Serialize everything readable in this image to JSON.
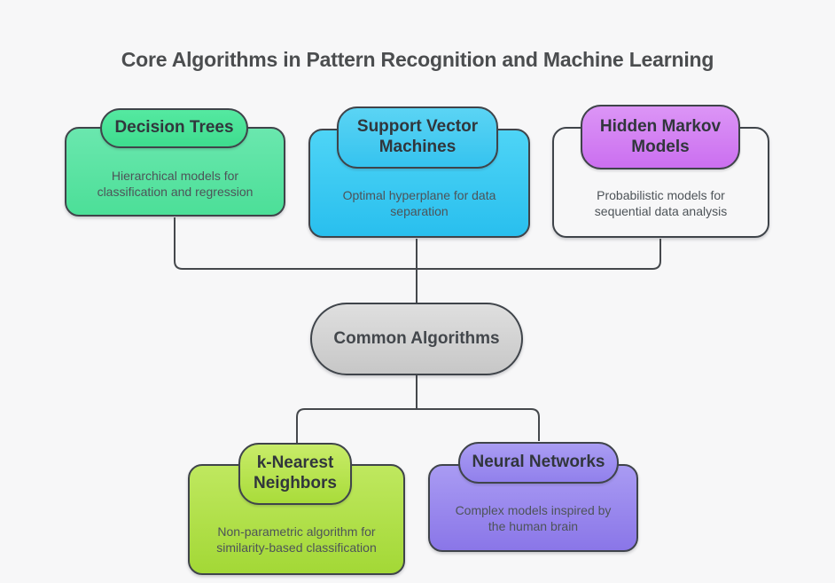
{
  "title": "Core Algorithms in Pattern Recognition and Machine Learning",
  "hub": {
    "label": "Common Algorithms",
    "fill_top": "#dfdfdf",
    "fill_bottom": "#c7c7c7"
  },
  "nodes": [
    {
      "id": "decision-trees",
      "title": "Decision Trees",
      "description": "Hierarchical models for classification and regression",
      "body_fill_top": "#6ae7ae",
      "body_fill_bottom": "#4cdf98",
      "header_fill_top": "#55e9a1",
      "header_fill_bottom": "#3edc8e"
    },
    {
      "id": "support-vector-machines",
      "title": "Support Vector Machines",
      "description": "Optimal hyperplane for data separation",
      "body_fill_top": "#4ed4f6",
      "body_fill_bottom": "#29bfee",
      "header_fill_top": "#5bd4f4",
      "header_fill_bottom": "#35c3ef"
    },
    {
      "id": "hidden-markov-models",
      "title": "Hidden Markov Models",
      "description": "Probabilistic models for sequential data analysis",
      "body_fill_top": "#d592f3",
      "body_fill_bottom": "#c266ee",
      "header_fill_top": "#dc95f6",
      "header_fill_bottom": "#cb6ff0"
    },
    {
      "id": "k-nearest-neighbors",
      "title": "k-Nearest Neighbors",
      "description": "Non-parametric algorithm for similarity-based classification",
      "body_fill_top": "#bfe85f",
      "body_fill_bottom": "#a3d836",
      "header_fill_top": "#c8ec69",
      "header_fill_bottom": "#a9dc3a"
    },
    {
      "id": "neural-networks",
      "title": "Neural Networks",
      "description": "Complex models inspired by the human brain",
      "body_fill_top": "#a99bf3",
      "body_fill_bottom": "#8a76e8",
      "header_fill_top": "#aa9df3",
      "header_fill_bottom": "#9180ec"
    }
  ],
  "edges": [
    {
      "from": "decision-trees",
      "to": "common-algorithms"
    },
    {
      "from": "support-vector-machines",
      "to": "common-algorithms"
    },
    {
      "from": "hidden-markov-models",
      "to": "common-algorithms"
    },
    {
      "from": "common-algorithms",
      "to": "k-nearest-neighbors"
    },
    {
      "from": "common-algorithms",
      "to": "neural-networks"
    }
  ],
  "colors": {
    "background": "#f7f7f8",
    "border": "#3f444a",
    "connector_line": "#45484c",
    "title_text": "#4b4d4f",
    "node_title_text": "#31363c",
    "description_text": "#4d5358"
  }
}
